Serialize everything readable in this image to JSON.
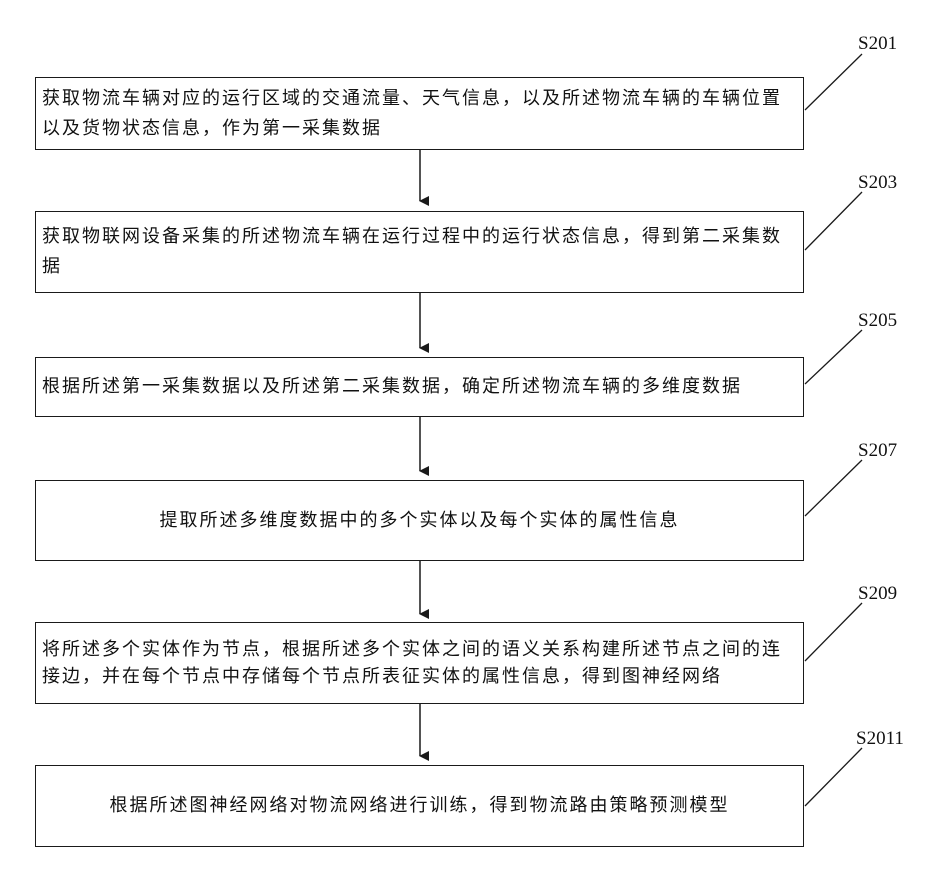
{
  "steps": [
    {
      "label": "S201",
      "text": "获取物流车辆对应的运行区域的交通流量、天气信息，以及所述物流车辆的车辆位置以及货物状态信息，作为第一采集数据"
    },
    {
      "label": "S203",
      "text": "获取物联网设备采集的所述物流车辆在运行过程中的运行状态信息，得到第二采集数据"
    },
    {
      "label": "S205",
      "text": "根据所述第一采集数据以及所述第二采集数据，确定所述物流车辆的多维度数据"
    },
    {
      "label": "S207",
      "text": "提取所述多维度数据中的多个实体以及每个实体的属性信息"
    },
    {
      "label": "S209",
      "text": "将所述多个实体作为节点，根据所述多个实体之间的语义关系构建所述节点之间的连接边，并在每个节点中存储每个节点所表征实体的属性信息，得到图神经网络"
    },
    {
      "label": "S2011",
      "text": "根据所述图神经网络对物流网络进行训练，得到物流路由策略预测模型"
    }
  ]
}
